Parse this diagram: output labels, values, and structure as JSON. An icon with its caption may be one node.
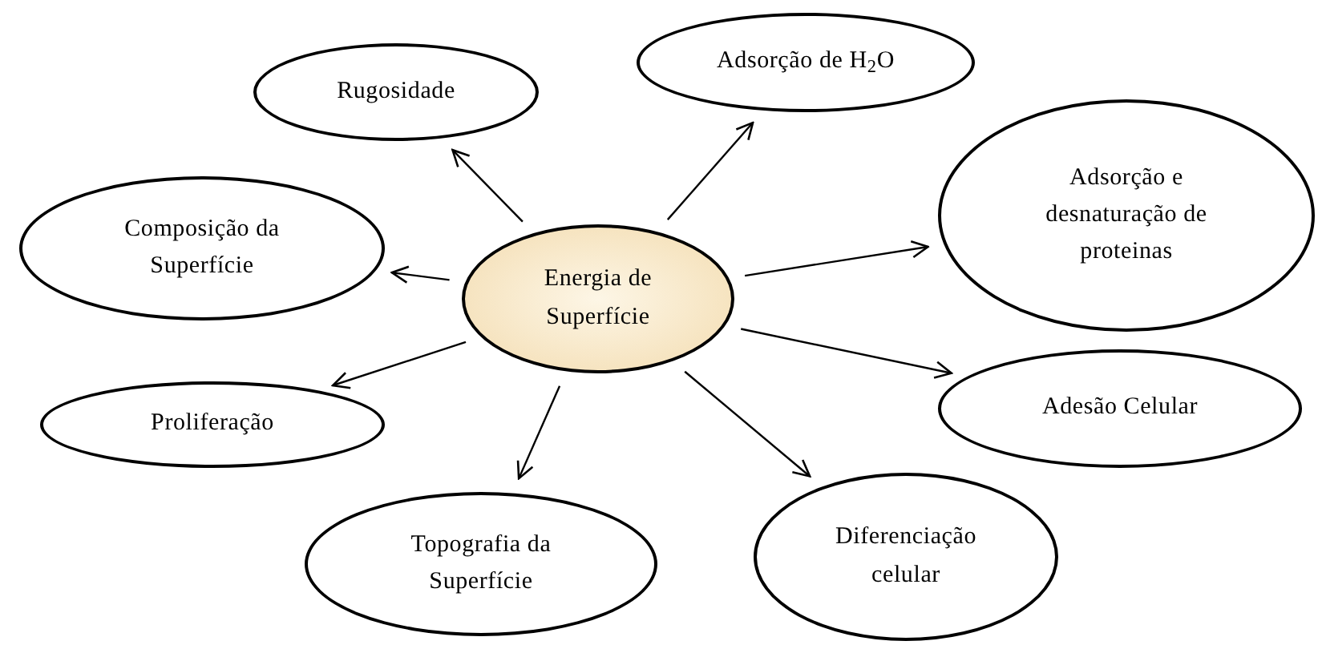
{
  "diagram": {
    "nodes": [
      {
        "text": [
          "Energia de Superfície"
        ]
      },
      {
        "text": [
          "Rugosidade"
        ]
      },
      {
        "text": [
          "Adsorção de H$_{2}$O"
        ]
      },
      {
        "text": [
          "Adsorção e desnaturação de proteinas"
        ]
      },
      {
        "text": [
          "Composição da Superfície"
        ]
      },
      {
        "text": [
          "Adesão Celular"
        ]
      },
      {
        "text": [
          "Proliferação"
        ]
      },
      {
        "text": [
          "Topografia da Superfície"
        ]
      },
      {
        "text": [
          "Diferenciação celular"
        ]
      }
    ],
    "edges": [
      {
        "from": 0,
        "to": 1,
        "arrow": "to"
      },
      {
        "from": 0,
        "to": 2,
        "arrow": "to"
      },
      {
        "from": 0,
        "to": 3,
        "arrow": "to"
      },
      {
        "from": 0,
        "to": 4,
        "arrow": "to"
      },
      {
        "from": 0,
        "to": 5,
        "arrow": "to"
      },
      {
        "from": 0,
        "to": 6,
        "arrow": "to"
      },
      {
        "from": 0,
        "to": 7,
        "arrow": "to"
      },
      {
        "from": 0,
        "to": 8,
        "arrow": "to"
      }
    ]
  }
}
